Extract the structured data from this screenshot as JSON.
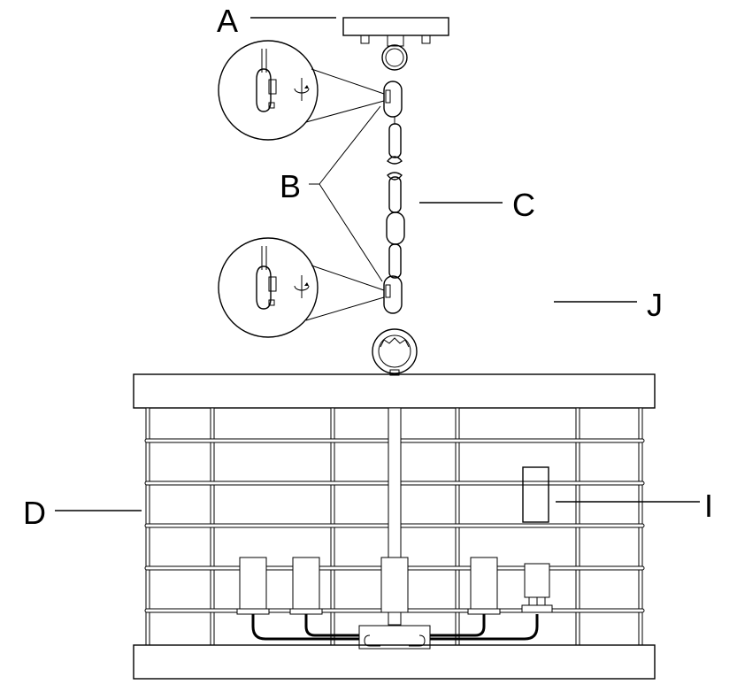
{
  "labels": {
    "A": "A",
    "B": "B",
    "C": "C",
    "D": "D",
    "I": "I",
    "J": "J"
  },
  "colors": {
    "line": "#000000",
    "fill": "#ffffff"
  },
  "icons": [
    "rotate-icon",
    "quick-link-connector-icon"
  ]
}
